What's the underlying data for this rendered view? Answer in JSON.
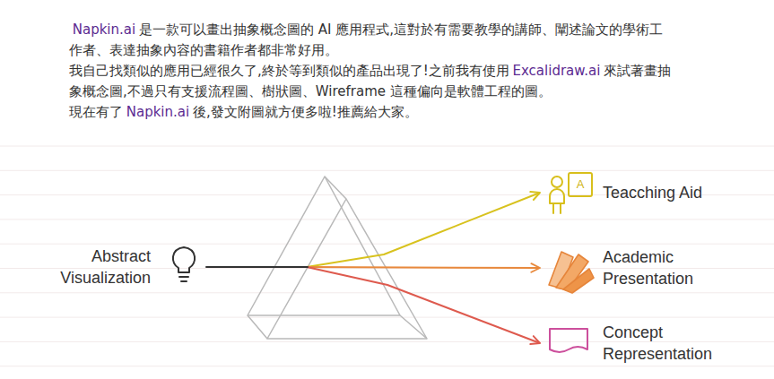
{
  "diagram": {
    "nodes": [
      {
        "text": [
          "Abstract Visualization"
        ]
      },
      {
        "text": [
          "Teacching Aid"
        ]
      },
      {
        "text": [
          "Academic Presentation"
        ]
      },
      {
        "text": [
          "Concept Representation"
        ]
      }
    ],
    "edges": [
      {
        "from": 0,
        "to": 1,
        "arrow": "to"
      },
      {
        "from": 0,
        "to": 2,
        "arrow": "to"
      },
      {
        "from": 0,
        "to": 3,
        "arrow": "to"
      }
    ],
    "labels": [
      "Napkin.ai",
      "是一款可以畫出抽象概念圖的 AI 應用程式,這對於有需要教學的講師、闡述論文的學術工作者、表達抽象內容的書籍作者都非常好用。",
      "我自己找類似的應用已經很久了,終於等到類似的產品出現了!之前我有使用",
      "Excalidraw.ai",
      "來試著畫抽象概念圖,不過只有支援流程圖、樹狀圖、Wireframe 這種偏向是軟體工程的圖。",
      "現在有了",
      "Napkin.ai",
      "後,發文附圖就方便多啦!推薦給大家。",
      "A"
    ]
  }
}
